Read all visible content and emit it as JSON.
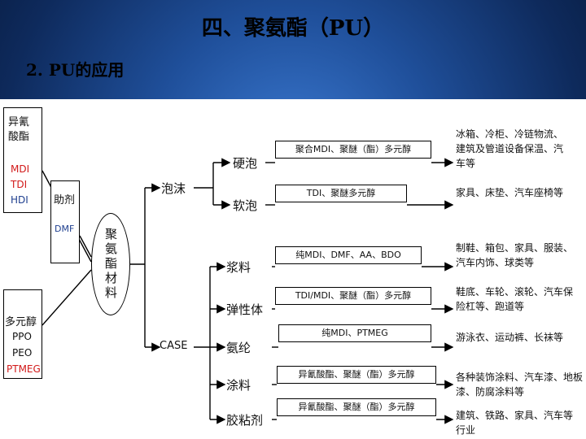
{
  "slide": {
    "title": "四、聚氨酯（PU）",
    "subtitle": "2. PU的应用"
  },
  "inputs": {
    "isocyanate": {
      "label_line1": "异氰",
      "label_line2": "酸酯",
      "items": [
        "MDI",
        "TDI",
        "HDI"
      ]
    },
    "additive": {
      "label": "助剂",
      "item": "DMF"
    },
    "polyol": {
      "label": "多元醇",
      "items": [
        "PPO",
        "PEO",
        "PTMEG"
      ]
    }
  },
  "center": {
    "label": "聚氨酯材料"
  },
  "branches": {
    "foam": "泡沫",
    "case": "CASE"
  },
  "foam_types": [
    {
      "name": "硬泡",
      "formula": "聚合MDI、聚醚（酯）多元醇",
      "uses": "冰箱、冷柜、冷链物流、建筑及管道设备保温、汽车等"
    },
    {
      "name": "软泡",
      "formula": "TDI、聚醚多元醇",
      "uses": "家具、床垫、汽车座椅等"
    }
  ],
  "case_types": [
    {
      "name": "浆料",
      "formula": "纯MDI、DMF、AA、BDO",
      "uses": "制鞋、箱包、家具、服装、汽车内饰、球类等"
    },
    {
      "name": "弹性体",
      "formula": "TDI/MDI、聚醚（酯）多元醇",
      "uses": "鞋底、车轮、滚轮、汽车保险杠等、跑道等"
    },
    {
      "name": "氨纶",
      "formula": "纯MDI、PTMEG",
      "uses": "游泳衣、运动裤、长袜等"
    },
    {
      "name": "涂料",
      "formula": "异氰酸酯、聚醚（酯）多元醇",
      "uses": "各种装饰涂料、汽车漆、地板漆、防腐涂料等"
    },
    {
      "name": "胶粘剂",
      "formula": "异氰酸酯、聚醚（酯）多元醇",
      "uses": "建筑、铁路、家具、汽车等行业"
    }
  ]
}
